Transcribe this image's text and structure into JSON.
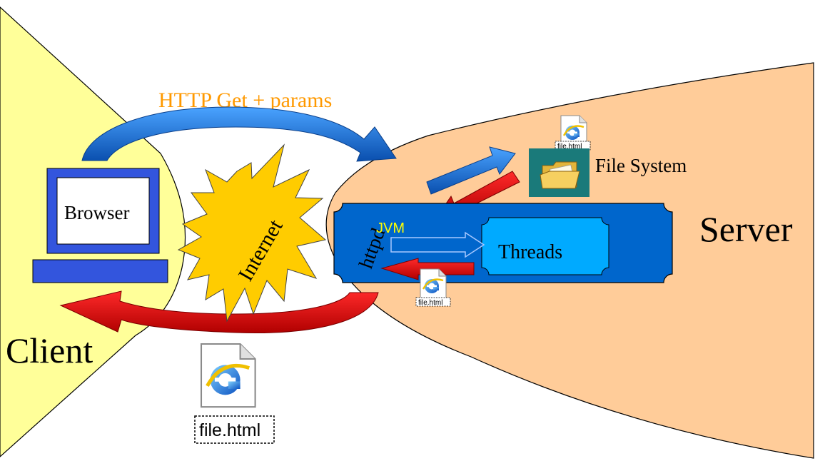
{
  "labels": {
    "http_get": "HTTP Get + params",
    "file_system": "File System",
    "browser": "Browser",
    "internet": "Internet",
    "httpd": "httpd",
    "jvm": "JVM",
    "threads": "Threads",
    "server": "Server",
    "client": "Client"
  },
  "files": {
    "top": "file.html",
    "middle": "file.html",
    "bottom": "file.html"
  },
  "colors": {
    "client_region": "#ffff99",
    "server_region": "#ffcc99",
    "http_text": "#ff9900",
    "jvm_text": "#ffff00",
    "httpd_box": "#0066cc",
    "threads_box": "#00aaff",
    "request_arrow": "#1a6fd1",
    "response_arrow": "#e00000",
    "starburst": "#ffcc00",
    "folder_bg": "#1a7a7a"
  },
  "icons": {
    "computer": "computer-monitor-icon",
    "starburst": "internet-starburst",
    "folder": "folder-icon",
    "html_file": "ie-html-file-icon"
  }
}
